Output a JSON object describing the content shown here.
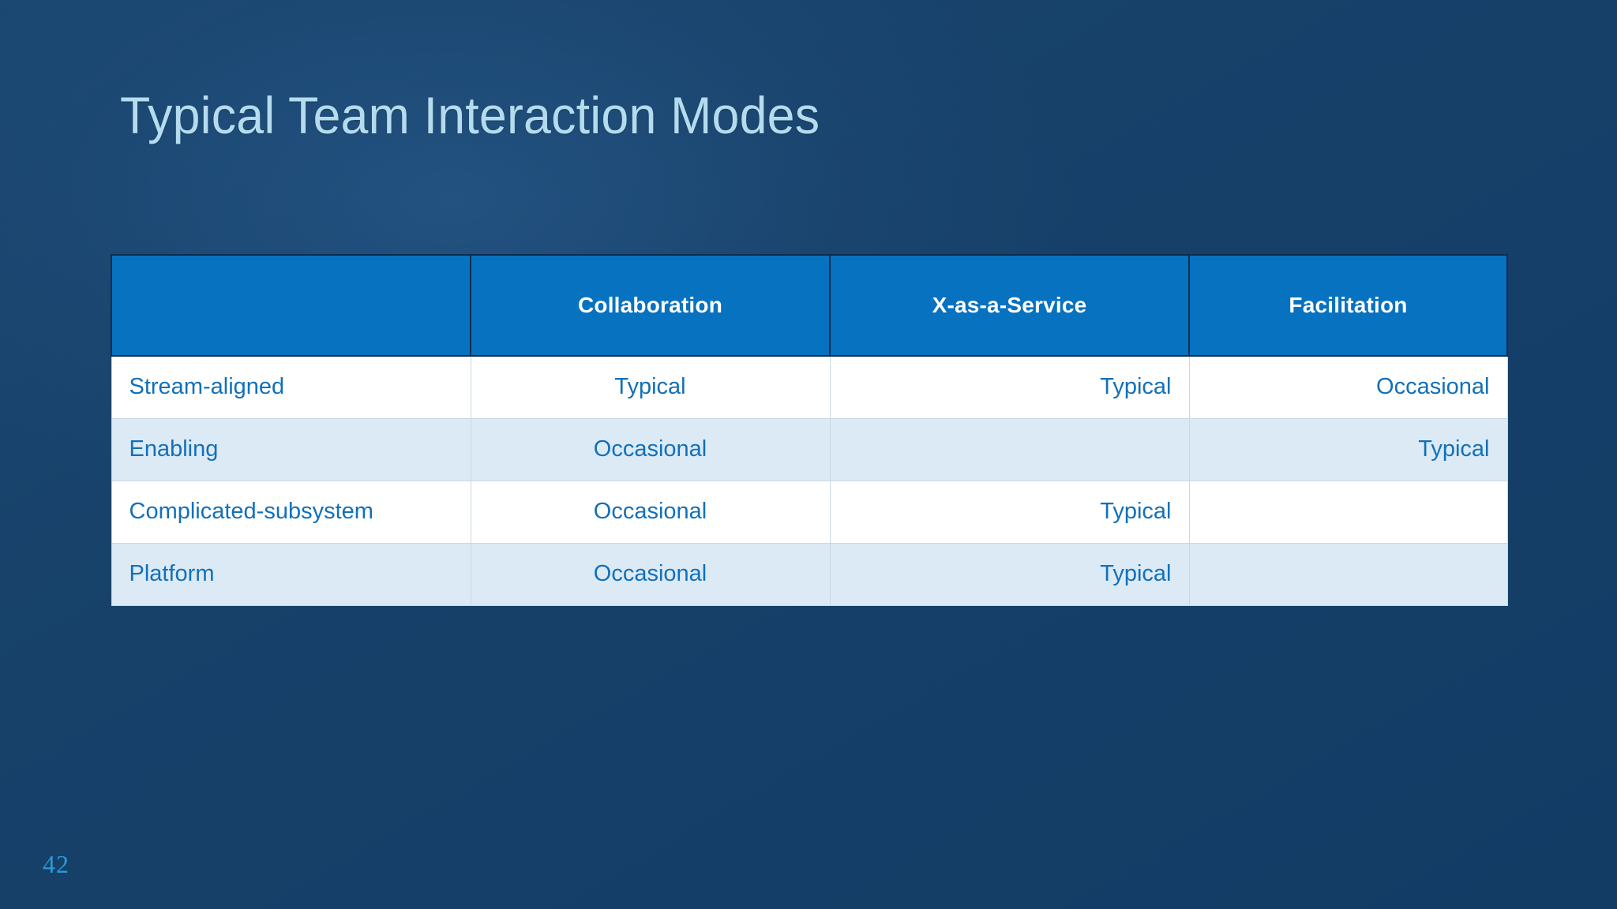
{
  "slide": {
    "title": "Typical Team Interaction Modes",
    "page_number": "42",
    "colors": {
      "background_top": "#174169",
      "background_bottom": "#123c64",
      "title_color": "#b4dced",
      "header_blue": "#0672c0",
      "header_text": "#ffffff",
      "cell_text_blue": "#1270ba",
      "row_band": "#dceaf5",
      "row_plain": "#ffffff",
      "grid_line": "#c9d7e2",
      "header_border": "#0d2d4d",
      "page_number_color": "#2a9ad6"
    }
  },
  "chart_data": {
    "type": "table",
    "title": "Typical Team Interaction Modes",
    "columns": [
      "",
      "Collaboration",
      "X-as-a-Service",
      "Facilitation"
    ],
    "column_alignments": [
      "left",
      "center",
      "right",
      "right"
    ],
    "rows": [
      {
        "team_type": "Stream-aligned",
        "collaboration": "Typical",
        "x_as_a_service": "Typical",
        "facilitation": "Occasional"
      },
      {
        "team_type": "Enabling",
        "collaboration": "Occasional",
        "x_as_a_service": "",
        "facilitation": "Typical"
      },
      {
        "team_type": "Complicated-subsystem",
        "collaboration": "Occasional",
        "x_as_a_service": "Typical",
        "facilitation": ""
      },
      {
        "team_type": "Platform",
        "collaboration": "Occasional",
        "x_as_a_service": "Typical",
        "facilitation": ""
      }
    ],
    "values": [
      [
        "Stream-aligned",
        "Typical",
        "Typical",
        "Occasional"
      ],
      [
        "Enabling",
        "Occasional",
        "",
        "Typical"
      ],
      [
        "Complicated-subsystem",
        "Occasional",
        "Typical",
        ""
      ],
      [
        "Platform",
        "Occasional",
        "Typical",
        ""
      ]
    ],
    "legend": [
      "Typical",
      "Occasional"
    ],
    "grid": true
  }
}
